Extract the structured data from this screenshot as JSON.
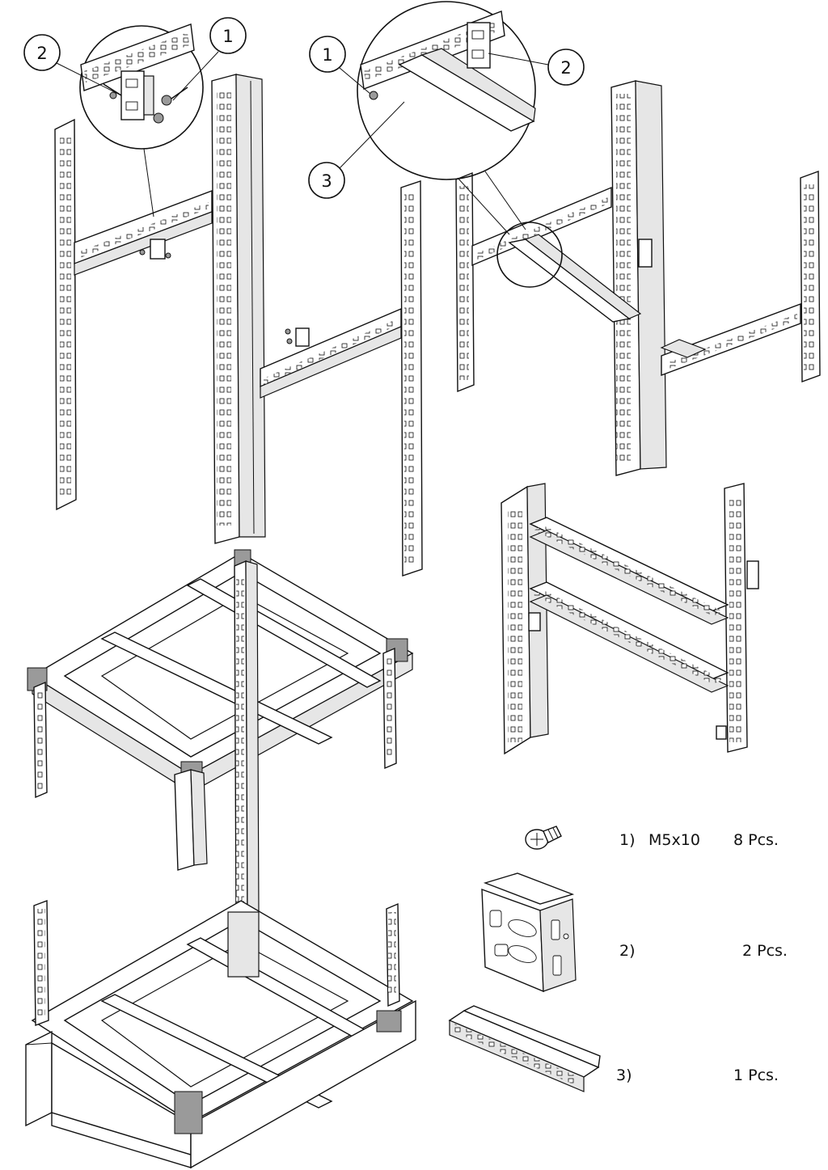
{
  "callouts": {
    "top_left": {
      "c2": "2",
      "c1": "1"
    },
    "top_right": {
      "c1": "1",
      "c2": "2",
      "c3": "3"
    }
  },
  "legend": [
    {
      "index": "1)",
      "name": "M5x10",
      "qty": "8 Pcs.",
      "icon": "screw-icon"
    },
    {
      "index": "2)",
      "name": "",
      "qty": "2 Pcs.",
      "icon": "corner-bracket-icon"
    },
    {
      "index": "3)",
      "name": "",
      "qty": "1 Pcs.",
      "icon": "mounting-rail-icon"
    }
  ]
}
